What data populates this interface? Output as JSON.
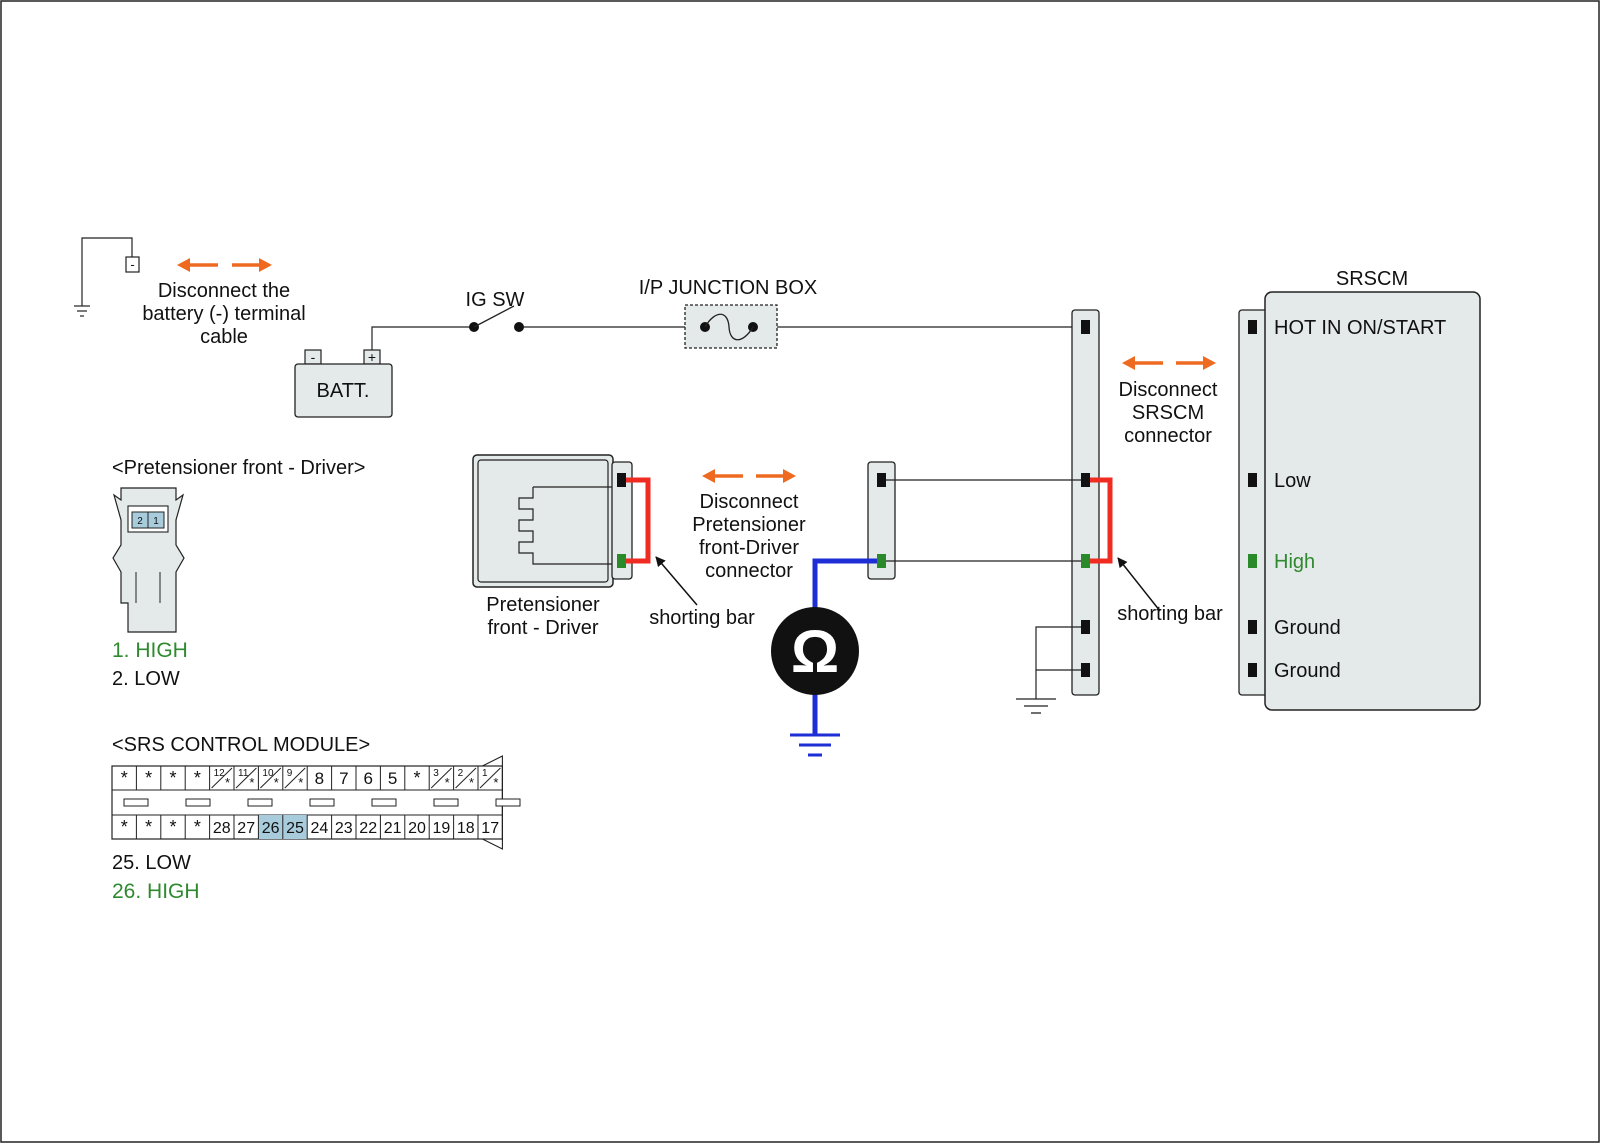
{
  "colors": {
    "connector_fill": "#e4e9e9",
    "shorting_bar": "#ef2b22",
    "meter_lead": "#1e2ed6",
    "arrow": "#ef6a21",
    "high_text": "#2f8a2f",
    "highlight_cell": "#a8ccdc",
    "green_pin": "#2a8a2a"
  },
  "icons": [
    "double-arrow-icon",
    "ohmmeter-icon",
    "ground-icon",
    "fuse-icon",
    "switch-icon"
  ],
  "battery_note": {
    "line1": "Disconnect the",
    "line2": "battery (-) terminal",
    "line3": "cable",
    "neg_symbol": "-"
  },
  "battery": {
    "label": "BATT.",
    "neg": "-",
    "pos": "+"
  },
  "ig_switch": {
    "label": "IG SW"
  },
  "junction_box": {
    "label": "I/P JUNCTION BOX"
  },
  "srscm": {
    "title": "SRSCM",
    "pins": [
      "HOT IN ON/START",
      "Low",
      "High",
      "Ground",
      "Ground"
    ]
  },
  "srscm_note": {
    "line1": "Disconnect",
    "line2": "SRSCM",
    "line3": "connector"
  },
  "pretensioner_note": {
    "line1": "Disconnect",
    "line2": "Pretensioner",
    "line3": "front-Driver",
    "line4": "connector"
  },
  "pretensioner": {
    "line1": "Pretensioner",
    "line2": "front - Driver"
  },
  "shorting_bar_left": "shorting bar",
  "shorting_bar_right": "shorting bar",
  "meter_symbol": "Ω",
  "pret_connector": {
    "title": "<Pretensioner front - Driver>",
    "pin_labels": [
      "2",
      "1"
    ],
    "legend": [
      "1. HIGH",
      "2. LOW"
    ]
  },
  "srs_module": {
    "title": "<SRS CONTROL MODULE>",
    "top_row": [
      "*",
      "*",
      "*",
      "*",
      "12",
      "11",
      "10",
      "9",
      "8",
      "7",
      "6",
      "5",
      "*",
      "3",
      "2",
      "1"
    ],
    "top_row_star_suffix": "*",
    "bottom_row": [
      "*",
      "*",
      "*",
      "*",
      "28",
      "27",
      "26",
      "25",
      "24",
      "23",
      "22",
      "21",
      "20",
      "19",
      "18",
      "17"
    ],
    "highlighted": [
      "26",
      "25"
    ],
    "legend": [
      "25. LOW",
      "26. HIGH"
    ]
  }
}
